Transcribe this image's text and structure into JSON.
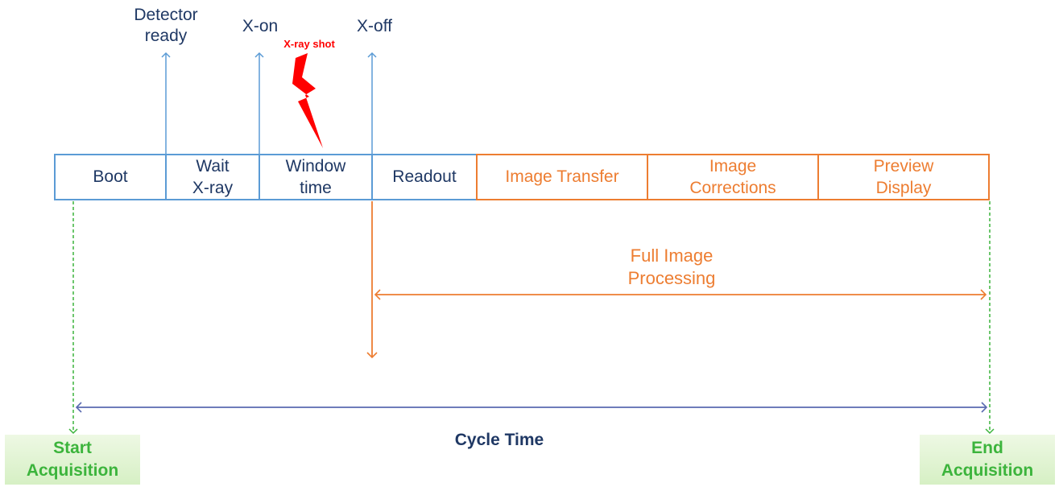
{
  "colors": {
    "blue": "#5b9bd5",
    "dark_blue_text": "#1f3864",
    "orange": "#ed7d31",
    "red": "#ff0000",
    "green": "#3cb43c",
    "cycle_arrow": "#5a6ab0"
  },
  "events": {
    "detector_ready": "Detector\nready",
    "x_on": "X-on",
    "x_off": "X-off",
    "xray_shot": "X-ray shot"
  },
  "segments": {
    "boot": "Boot",
    "wait_xray": "Wait\nX-ray",
    "window_time": "Window\ntime",
    "readout": "Readout",
    "image_transfer": "Image Transfer",
    "image_corrections": "Image\nCorrections",
    "preview_display": "Preview\nDisplay"
  },
  "full_image_processing": "Full Image\nProcessing",
  "cycle_time": "Cycle Time",
  "start_acquisition": "Start\nAcquisition",
  "end_acquisition": "End\nAcquisition"
}
